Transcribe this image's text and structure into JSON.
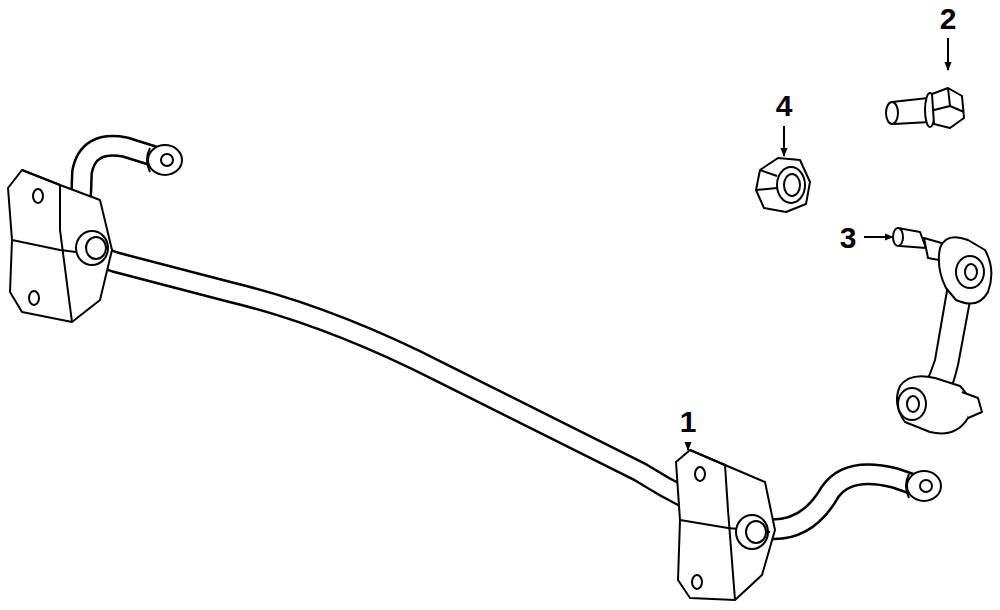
{
  "diagram": {
    "labels": [
      "2",
      "4",
      "3",
      "1"
    ]
  }
}
